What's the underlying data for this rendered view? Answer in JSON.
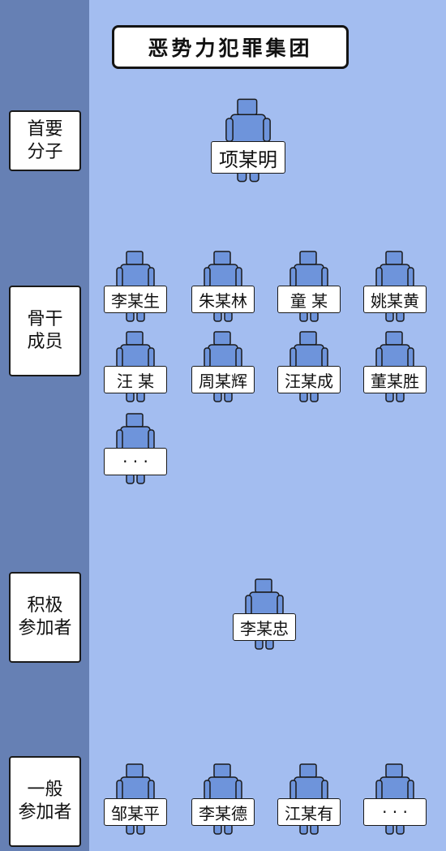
{
  "title": "恶势力犯罪集团",
  "tiers": [
    {
      "line1": "首要",
      "line2": "分子"
    },
    {
      "line1": "骨干",
      "line2": "成员"
    },
    {
      "line1": "积极",
      "line2": "参加者"
    },
    {
      "line1": "一般",
      "line2": "参加者"
    }
  ],
  "leader": "项某明",
  "core_members": [
    "李某生",
    "朱某林",
    "童 某",
    "姚某黄",
    "汪 某",
    "周某辉",
    "汪某成",
    "董某胜",
    "· · ·"
  ],
  "active_participants": [
    "李某忠"
  ],
  "general_participants": [
    "邹某平",
    "李某德",
    "江某有",
    "· · ·"
  ],
  "colors": {
    "background": "#a3bdf0",
    "sidebar": "#6680b4",
    "figure": "#6e94db",
    "outline": "#1a1a1a"
  }
}
